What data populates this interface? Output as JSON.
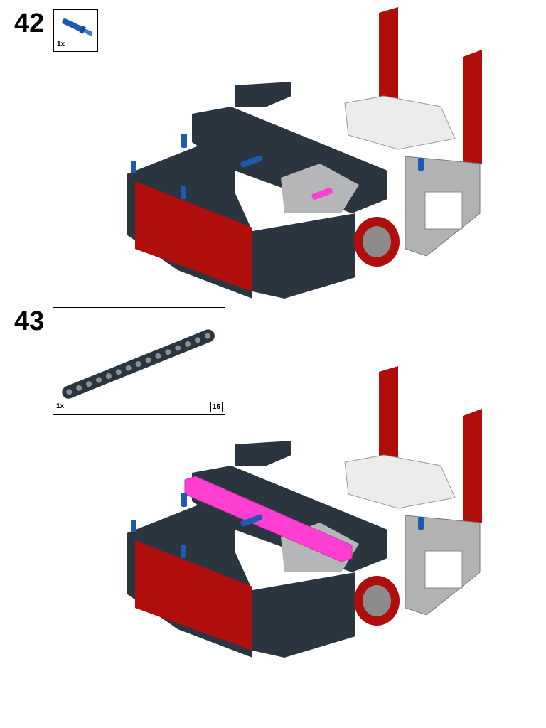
{
  "steps": [
    {
      "number": "42",
      "parts": [
        {
          "quantity": "1x",
          "part": "blue-axle-pin"
        }
      ]
    },
    {
      "number": "43",
      "parts": [
        {
          "quantity": "1x",
          "part": "dark-grey-beam",
          "length": "15"
        }
      ]
    }
  ],
  "colors": {
    "dark": "#2b3540",
    "red": "#b00d0d",
    "grey": "#a8aaac",
    "white": "#f0f0f0",
    "blue": "#1e5bb0",
    "highlight": "#ff3fd1"
  }
}
